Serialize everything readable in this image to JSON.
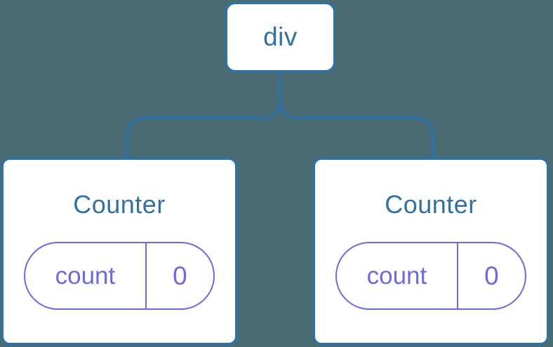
{
  "background_color": "#4a6a74",
  "palette": {
    "node_fill": "#ffffff",
    "node_border": "#2b73a9",
    "connector_line": "#2b73a9",
    "label_blue": "#33719f",
    "state_purple": "#6d69e2"
  },
  "tree": {
    "root_node": {
      "label": "div"
    },
    "child_nodes": [
      {
        "title": "Counter",
        "state_pill": {
          "key": "count",
          "value": "0"
        }
      },
      {
        "title": "Counter",
        "state_pill": {
          "key": "count",
          "value": "0"
        }
      }
    ]
  }
}
